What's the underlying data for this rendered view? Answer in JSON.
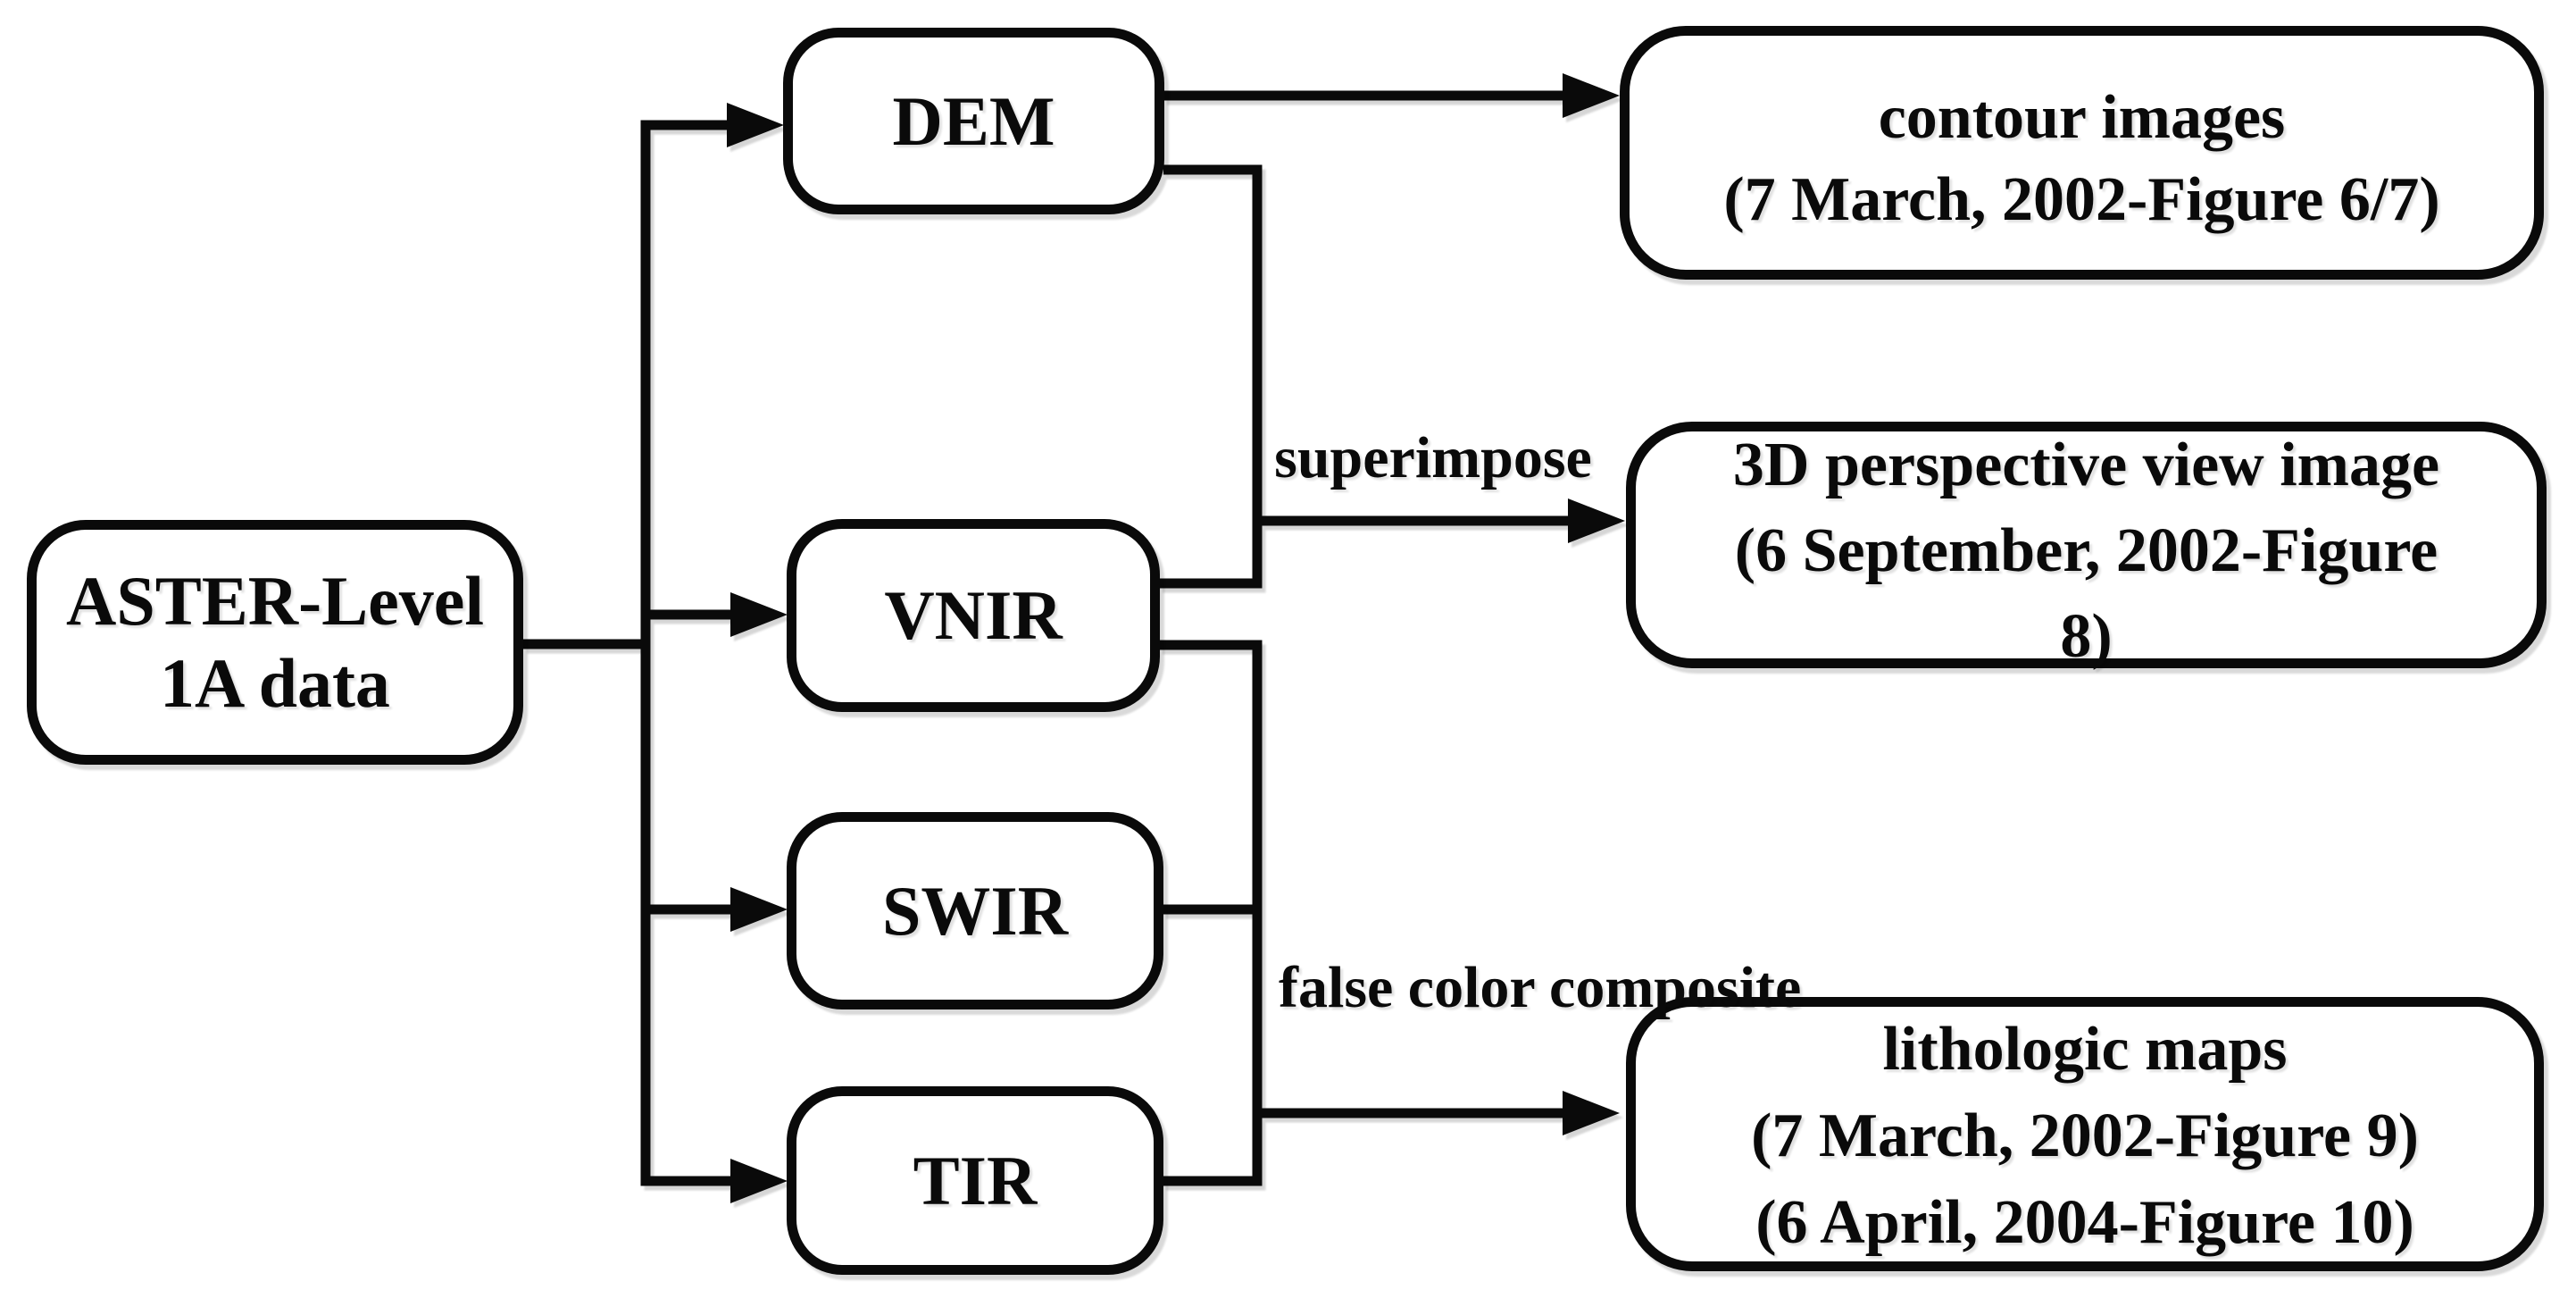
{
  "diagram": {
    "type": "flowchart",
    "colors": {
      "background": "#ffffff",
      "stroke": "#0a0a0a",
      "node_fill": "#ffffff",
      "shadow": "#d9d9d9"
    },
    "nodes": {
      "aster": {
        "lines": [
          "ASTER-Level",
          "1A data"
        ]
      },
      "dem": {
        "label": "DEM"
      },
      "vnir": {
        "label": "VNIR"
      },
      "swir": {
        "label": "SWIR"
      },
      "tir": {
        "label": "TIR"
      },
      "contour_images": {
        "lines": [
          "contour images",
          "(7 March, 2002-Figure 6/7)"
        ]
      },
      "perspective_view": {
        "lines": [
          "3D perspective view image",
          "(6 September, 2002-Figure",
          "8)"
        ]
      },
      "lithologic_maps": {
        "lines": [
          "lithologic maps",
          "(7 March, 2002-Figure 9)",
          "(6 April, 2004-Figure 10)"
        ]
      }
    },
    "edge_labels": {
      "superimpose": "superimpose",
      "false_color": [
        "false color",
        "composite"
      ]
    }
  }
}
